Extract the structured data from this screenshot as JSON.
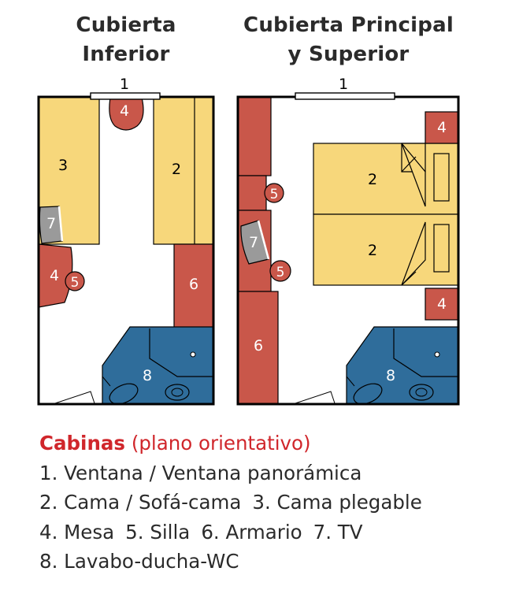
{
  "titles": {
    "lower": [
      "Cubierta",
      "Inferior"
    ],
    "main": [
      "Cubierta Principal",
      "y Superior"
    ]
  },
  "labels": {
    "window": "1",
    "bed": "2",
    "foldbed": "3",
    "table": "4",
    "chair": "5",
    "wardrobe": "6",
    "tv": "7",
    "bath": "8"
  },
  "legend": {
    "heading": "Cabinas",
    "heading_note": "(plano orientativo)",
    "items": [
      "1. Ventana / Ventana panorámica",
      "2. Cama / Sofá-cama",
      "3. Cama plegable",
      "4. Mesa",
      "5. Silla",
      "6. Armario",
      "7. TV",
      "8. Lavabo-ducha-WC"
    ]
  },
  "colors": {
    "bed": "#f7d77b",
    "furniture": "#c9574a",
    "bath": "#2f6d9b",
    "tv": "#9a9a9a",
    "walls": "#000000",
    "heading": "#d0262b",
    "text": "#2b2b2b"
  }
}
